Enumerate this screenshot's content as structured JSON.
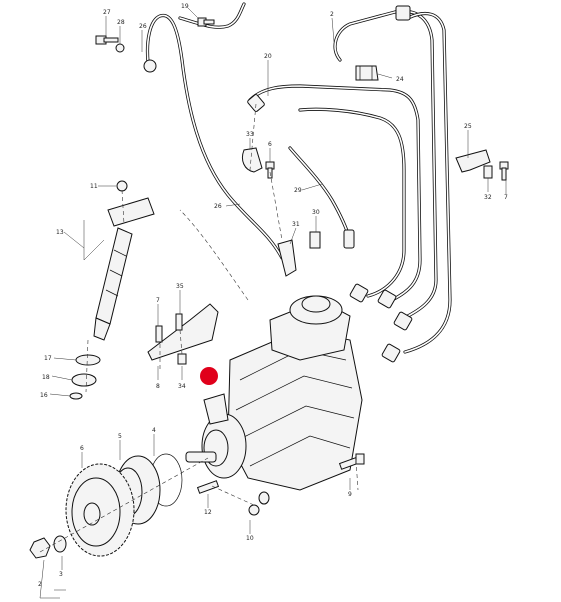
{
  "diagram": {
    "marker_color": "#e0001b",
    "callouts": {
      "c27": "27",
      "c28": "28",
      "c26a": "26",
      "c19": "19",
      "c2top": "2",
      "c20": "20",
      "c24": "24",
      "c33": "33",
      "c6": "6",
      "c25": "25",
      "c32": "32",
      "c7r": "7",
      "c29": "29",
      "c11": "11",
      "c30": "30",
      "c31": "31",
      "c13": "13",
      "c26b": "26",
      "c7l": "7",
      "c35": "35",
      "c17": "17",
      "c18": "18",
      "c16": "16",
      "c8": "8",
      "c34": "34",
      "c6g": "6",
      "c5": "5",
      "c4": "4",
      "c12": "12",
      "c9": "9",
      "c10": "10",
      "c2b": "2",
      "c3": "3"
    }
  }
}
